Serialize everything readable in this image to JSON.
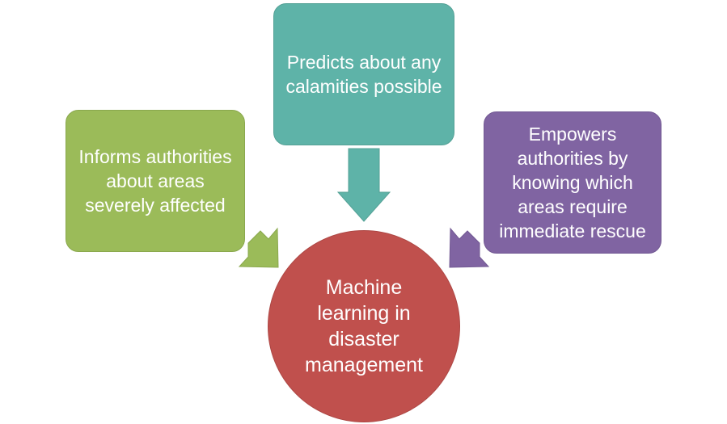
{
  "diagram": {
    "center": {
      "label": "Machine learning in disaster management",
      "color": "#c0504d"
    },
    "nodes": [
      {
        "id": "left",
        "label": "Informs authorities about areas severely affected",
        "color": "#9bbb59"
      },
      {
        "id": "top",
        "label": "Predicts about any calamities possible",
        "color": "#5eb3a8"
      },
      {
        "id": "right",
        "label": "Empowers authorities by knowing which areas require immediate rescue",
        "color": "#8064a2"
      }
    ]
  }
}
